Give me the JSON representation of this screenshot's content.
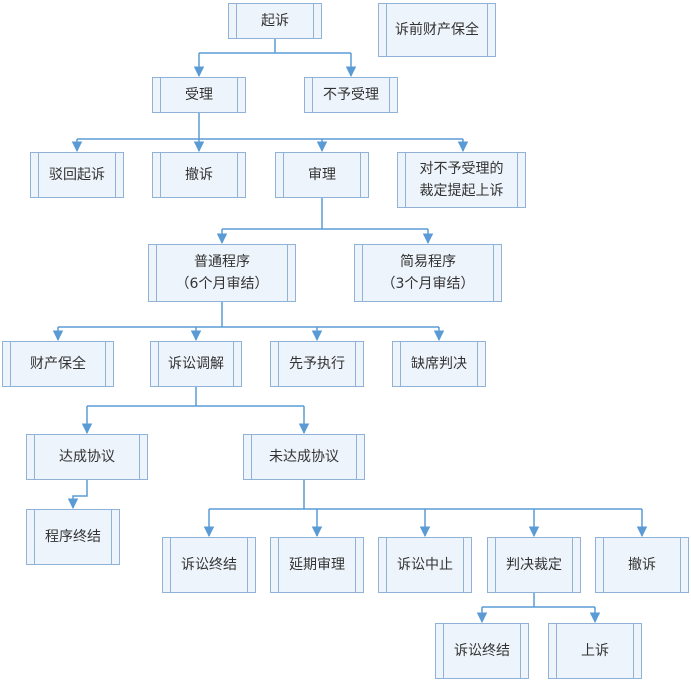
{
  "nodes": {
    "qisu": "起诉",
    "suqian_baoquan": "诉前财产保全",
    "shouli": "受理",
    "buyu_shouli": "不予受理",
    "bohui_qisu": "驳回起诉",
    "chesu_1": "撤诉",
    "shenli": "审理",
    "buyu_shangsu": "对不予受理的\n裁定提起上诉",
    "putong_chengxu": "普通程序\n（6个月审结）",
    "jianyi_chengxu": "简易程序\n（3个月审结）",
    "caichan_baoquan": "财产保全",
    "susong_tiaojie": "诉讼调解",
    "xianyu_zhixing": "先予执行",
    "quexi_panjue": "缺席判决",
    "dacheng_xieyi": "达成协议",
    "weidacheng_xieyi": "未达成协议",
    "chengxu_zhongjie": "程序终结",
    "susong_zhongjie_1": "诉讼终结",
    "yanqi_shenli": "延期审理",
    "susong_zhongzhi": "诉讼中止",
    "panjue_caiding": "判决裁定",
    "chesu_2": "撤诉",
    "susong_zhongjie_2": "诉讼终结",
    "shangsu": "上诉"
  },
  "colors": {
    "box_fill": "#eef4fb",
    "box_border": "#8fb2d6",
    "connector": "#5b9bd5",
    "text": "#333333"
  }
}
